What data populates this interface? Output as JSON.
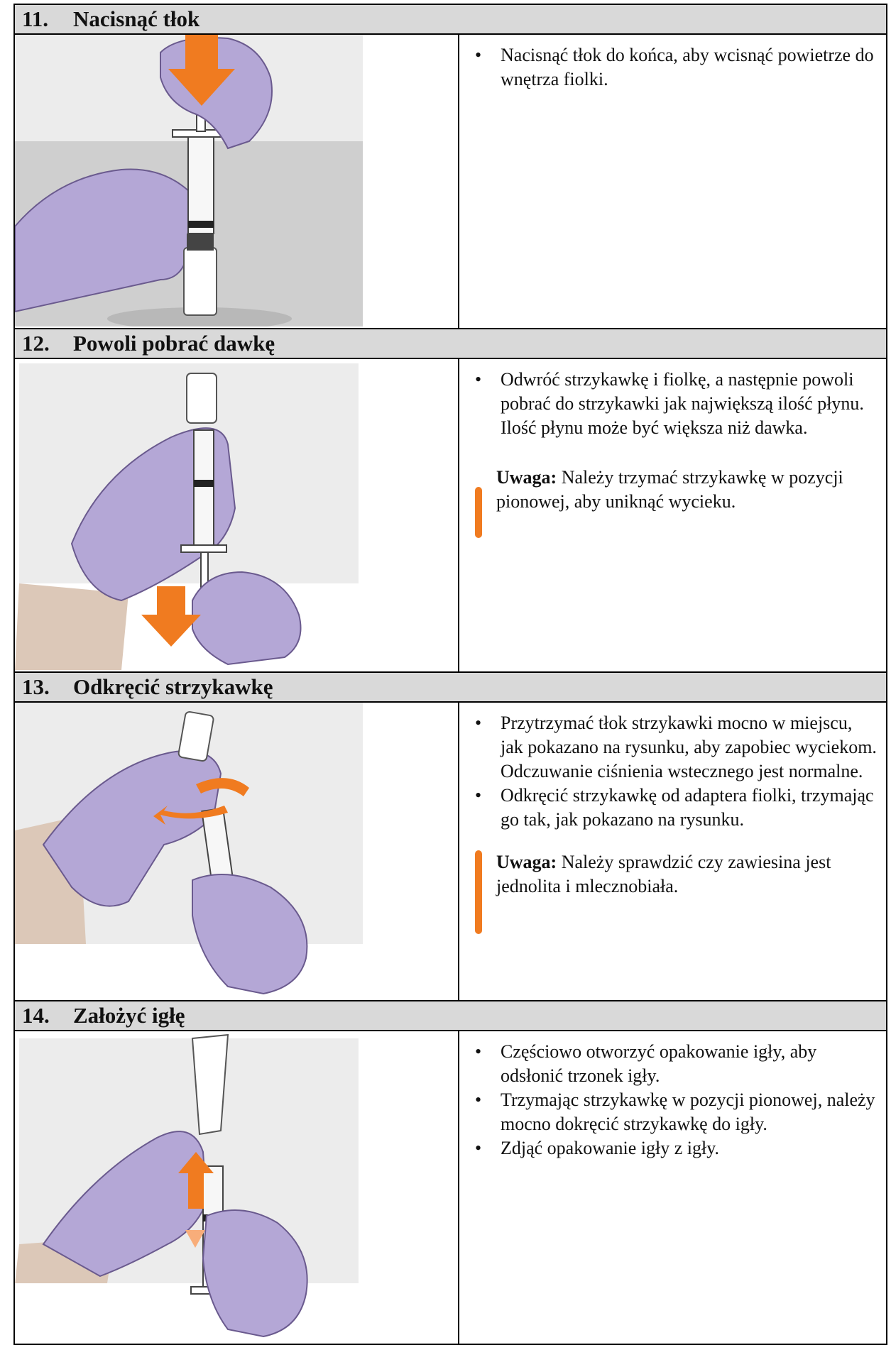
{
  "steps": [
    {
      "number": "11.",
      "title": "Nacisnąć tłok",
      "bullets": [
        "Nacisnąć tłok do końca, aby wcisnąć powietrze do wnętrza fiolki."
      ],
      "note": null
    },
    {
      "number": "12.",
      "title": "Powoli pobrać dawkę",
      "bullets": [
        "Odwróć strzykawkę i fiolkę, a następnie powoli pobrać do strzykawki jak największą ilość płynu. Ilość płynu może być większa niż dawka."
      ],
      "note": {
        "label": "Uwaga:",
        "text": " Należy trzymać strzykawkę w pozycji pionowej, aby uniknąć wycieku."
      }
    },
    {
      "number": "13.",
      "title": "Odkręcić strzykawkę",
      "bullets": [
        "Przytrzymać tłok strzykawki mocno w miejscu, jak pokazano na rysunku, aby zapobiec wyciekom. Odczuwanie ciśnienia wstecznego jest normalne.",
        "Odkręcić strzykawkę od adaptera fiolki, trzymając go tak, jak pokazano na rysunku."
      ],
      "note": {
        "label": "Uwaga:",
        "text": " Należy sprawdzić czy zawiesina jest jednolita i mlecznobiała."
      }
    },
    {
      "number": "14.",
      "title": "Założyć igłę",
      "bullets": [
        "Częściowo otworzyć opakowanie igły, aby odsłonić trzonek igły.",
        "Trzymając strzykawkę w pozycji pionowej, należy mocno dokręcić strzykawkę do igły.",
        "Zdjąć opakowanie igły z igły."
      ],
      "note": null
    }
  ],
  "colors": {
    "glove": "#b4a7d6",
    "glove_outline": "#6a5a8e",
    "arrow": "#f07b20",
    "header_bg": "#d9d9d9",
    "skin": "#dcc8b8"
  }
}
